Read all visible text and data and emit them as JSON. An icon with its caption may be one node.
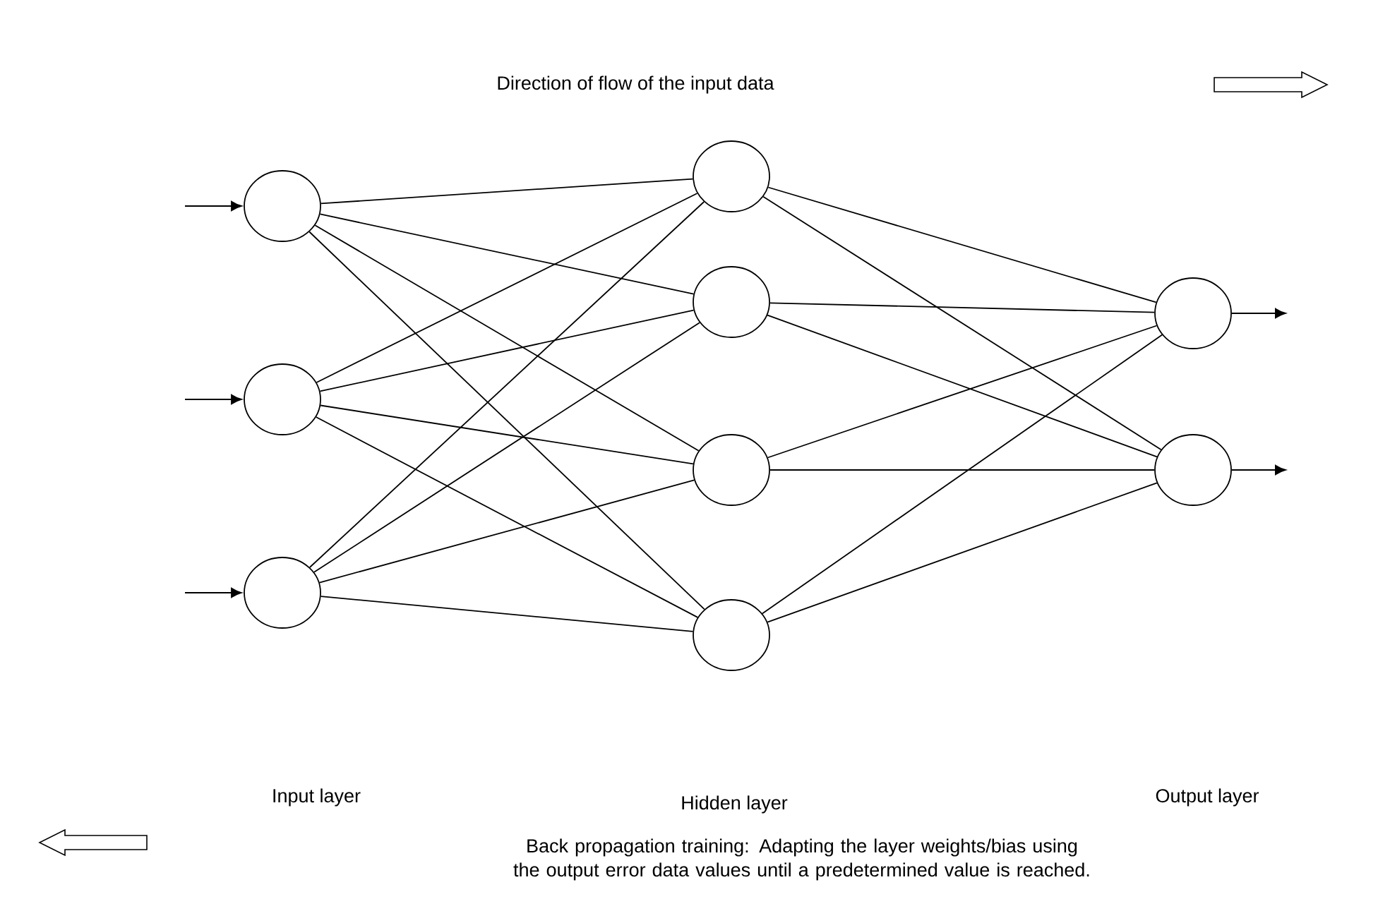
{
  "diagram": {
    "nodes": [
      {
        "text": [],
        "shape": "circle"
      },
      {
        "text": [],
        "shape": "circle"
      },
      {
        "text": [],
        "shape": "circle"
      },
      {
        "text": [],
        "shape": "circle"
      },
      {
        "text": [],
        "shape": "circle"
      },
      {
        "text": [],
        "shape": "circle"
      },
      {
        "text": [],
        "shape": "circle"
      },
      {
        "text": [],
        "shape": "circle"
      },
      {
        "text": [],
        "shape": "circle"
      }
    ],
    "edges": [
      {
        "from": null,
        "to": 0,
        "arrow": "to"
      },
      {
        "from": null,
        "to": 1,
        "arrow": "to"
      },
      {
        "from": null,
        "to": 2,
        "arrow": "to"
      },
      {
        "from": 0,
        "to": 3,
        "arrow": "none"
      },
      {
        "from": 0,
        "to": 4,
        "arrow": "none"
      },
      {
        "from": 0,
        "to": 5,
        "arrow": "none"
      },
      {
        "from": 0,
        "to": 6,
        "arrow": "none"
      },
      {
        "from": 1,
        "to": 3,
        "arrow": "none"
      },
      {
        "from": 1,
        "to": 4,
        "arrow": "none"
      },
      {
        "from": 1,
        "to": 5,
        "arrow": "none"
      },
      {
        "from": 1,
        "to": 6,
        "arrow": "none"
      },
      {
        "from": 2,
        "to": 3,
        "arrow": "none"
      },
      {
        "from": 2,
        "to": 4,
        "arrow": "none"
      },
      {
        "from": 2,
        "to": 5,
        "arrow": "none"
      },
      {
        "from": 2,
        "to": 6,
        "arrow": "none"
      },
      {
        "from": 3,
        "to": 7,
        "arrow": "none"
      },
      {
        "from": 3,
        "to": 8,
        "arrow": "none"
      },
      {
        "from": 4,
        "to": 7,
        "arrow": "none"
      },
      {
        "from": 4,
        "to": 8,
        "arrow": "none"
      },
      {
        "from": 5,
        "to": 7,
        "arrow": "none"
      },
      {
        "from": 5,
        "to": 8,
        "arrow": "none"
      },
      {
        "from": 6,
        "to": 7,
        "arrow": "none"
      },
      {
        "from": 6,
        "to": 8,
        "arrow": "none"
      },
      {
        "from": 7,
        "to": null,
        "arrow": "to"
      },
      {
        "from": 8,
        "to": null,
        "arrow": "to"
      }
    ],
    "labels": [
      "Direction of flow of the input data",
      "Input layer",
      "Hidden layer",
      "Output layer",
      "Back propagation training: Adapting the layer weights/bias using the output error data values until a predetermined value is reached."
    ]
  }
}
